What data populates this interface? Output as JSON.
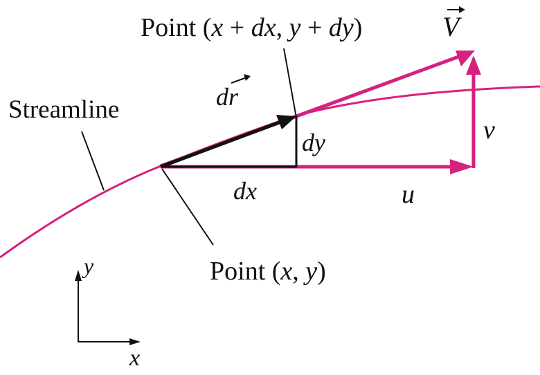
{
  "labels": {
    "point_top_prefix": "Point (",
    "point_top_x": "x",
    "point_top_plus1": " + ",
    "point_top_dx": "dx",
    "point_top_comma": ", ",
    "point_top_y": "y",
    "point_top_plus2": " + ",
    "point_top_dy": "dy",
    "point_top_suffix": ")",
    "velocity_symbol": "V",
    "dr_symbol": "dr",
    "streamline": "Streamline",
    "dy": "dy",
    "v": "v",
    "dx": "dx",
    "u": "u",
    "point_bottom_prefix": "Point (",
    "point_bottom_x": "x",
    "point_bottom_comma": ", ",
    "point_bottom_y": "y",
    "point_bottom_suffix": ")",
    "axis_y": "y",
    "axis_x": "x"
  },
  "colors": {
    "accent": "#d6217f",
    "ink": "#111111"
  }
}
